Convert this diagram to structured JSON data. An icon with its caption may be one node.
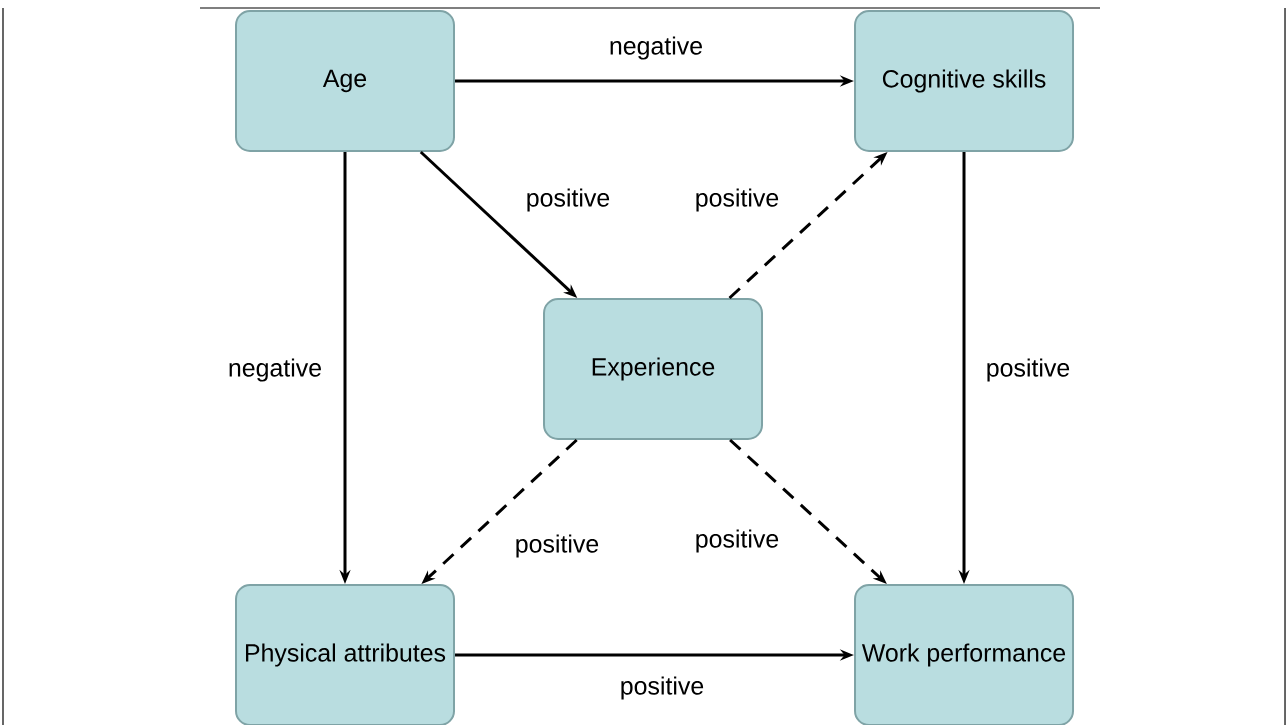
{
  "diagram": {
    "nodes": [
      {
        "text": [
          "Age"
        ]
      },
      {
        "text": [
          "Cognitive skills"
        ]
      },
      {
        "text": [
          "Experience"
        ]
      },
      {
        "text": [
          "Physical attributes"
        ]
      },
      {
        "text": [
          "Work performance"
        ]
      }
    ],
    "edges": [
      {
        "from": 0,
        "to": 1,
        "arrow": "to",
        "label": "negative"
      },
      {
        "from": 0,
        "to": 2,
        "arrow": "to",
        "label": "positive"
      },
      {
        "from": 2,
        "to": 1,
        "arrow": "to",
        "label": "positive",
        "style": "dashed"
      },
      {
        "from": 0,
        "to": 3,
        "arrow": "to",
        "label": "negative"
      },
      {
        "from": 1,
        "to": 4,
        "arrow": "to",
        "label": "positive"
      },
      {
        "from": 2,
        "to": 3,
        "arrow": "to",
        "label": "positive",
        "style": "dashed"
      },
      {
        "from": 2,
        "to": 4,
        "arrow": "to",
        "label": "positive",
        "style": "dashed"
      },
      {
        "from": 3,
        "to": 4,
        "arrow": "to",
        "label": "positive"
      }
    ]
  }
}
